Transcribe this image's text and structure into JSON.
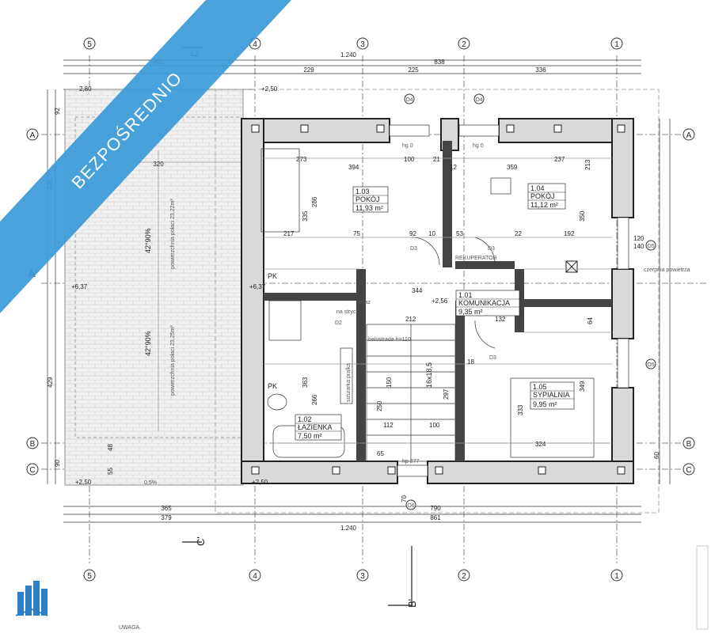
{
  "banner": {
    "text": "BEZPOŚREDNIO",
    "color": "#3a9ad9"
  },
  "axes_top": [
    "5",
    "4",
    "3",
    "2",
    "1"
  ],
  "axes_side": [
    "A",
    "A'",
    "B",
    "C"
  ],
  "section_marks": {
    "c_top": "C",
    "c_bottom": "C'",
    "a_left": "A'",
    "b_bottom": "B'"
  },
  "dims": {
    "total": "1.240",
    "d838": "838",
    "d401": "401",
    "d229": "229",
    "d225": "225",
    "d336": "336",
    "d365": "365",
    "d790": "790",
    "d379": "379",
    "d861": "861",
    "d280": "2,80",
    "d250": "+2,50",
    "d637": "+6,37",
    "d256": "+2,56",
    "d320": "320",
    "d425": "425",
    "d429": "429",
    "d92": "92",
    "d90": "90",
    "d48": "48",
    "d55": "55",
    "d60": "60"
  },
  "windows": [
    "O4",
    "O4",
    "O5",
    "O5",
    "O6"
  ],
  "rooms": [
    {
      "id": "1.03",
      "name": "POKÓJ",
      "area": "11,93 m²"
    },
    {
      "id": "1.04",
      "name": "POKÓJ",
      "area": "11,12 m²"
    },
    {
      "id": "1.01",
      "name": "KOMUNIKACJA",
      "area": "9,35 m²"
    },
    {
      "id": "1.02",
      "name": "ŁAZIENKA",
      "area": "7,50 m²"
    },
    {
      "id": "1.05",
      "name": "SYPIALNIA",
      "area": "9,95 m²"
    }
  ],
  "labels": {
    "rekuperator": "REKUPERATOR",
    "pk": "PK",
    "wlaz": "właz",
    "na_strych": "na strych",
    "balustrada": "balustrada h=110",
    "suszarka": "suszarka pralka",
    "stairs": "16x18,5",
    "czerpnia": "czerpnia powietrza",
    "slope1": "42°90%",
    "slope2": "42°90%",
    "pow1": "powierzchnia połaci 23,22m²",
    "pow2": "powierzchnia połaci 23,25m²",
    "uwaga": "UWAGA.",
    "hp0": "hg 0",
    "hp277": "hp 277",
    "slope": "0,5%",
    "d2": "D2",
    "d3": "D3"
  },
  "inner_dims": [
    "273",
    "394",
    "100",
    "21",
    "12",
    "359",
    "237",
    "213",
    "335",
    "286",
    "217",
    "75",
    "92",
    "10",
    "53",
    "22",
    "192",
    "350",
    "120",
    "140",
    "344",
    "212",
    "132",
    "64",
    "363",
    "266",
    "150",
    "250",
    "297",
    "112",
    "100",
    "65",
    "70",
    "349",
    "333",
    "324",
    "18"
  ]
}
